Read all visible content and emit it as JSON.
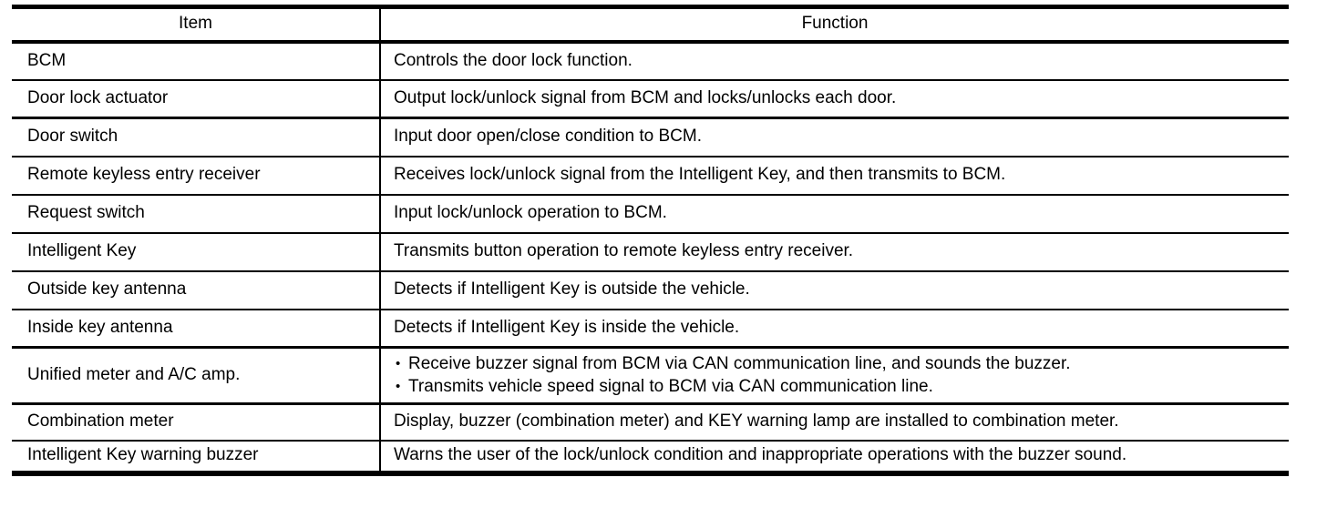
{
  "table": {
    "columns": [
      {
        "label": "Item"
      },
      {
        "label": "Function"
      }
    ],
    "rows": [
      {
        "item": "BCM",
        "function": [
          "Controls the door lock function."
        ]
      },
      {
        "item": "Door lock actuator",
        "function": [
          "Output lock/unlock signal from BCM and locks/unlocks each door."
        ]
      },
      {
        "item": "Door switch",
        "function": [
          "Input door open/close condition to BCM."
        ]
      },
      {
        "item": "Remote keyless entry receiver",
        "function": [
          "Receives lock/unlock signal from the Intelligent Key, and then transmits to BCM."
        ]
      },
      {
        "item": "Request switch",
        "function": [
          "Input lock/unlock operation to BCM."
        ]
      },
      {
        "item": "Intelligent Key",
        "function": [
          "Transmits button operation to remote keyless entry receiver."
        ]
      },
      {
        "item": "Outside key antenna",
        "function": [
          "Detects if Intelligent Key is outside the vehicle."
        ]
      },
      {
        "item": "Inside key antenna",
        "function": [
          "Detects if Intelligent Key is inside the vehicle."
        ]
      },
      {
        "item": "Unified meter and A/C amp.",
        "function": [
          "Receive buzzer signal from BCM via CAN communication line, and sounds the buzzer.",
          "Transmits vehicle speed signal to BCM via CAN communication line."
        ],
        "bulleted": true
      },
      {
        "item": "Combination meter",
        "function": [
          "Display, buzzer (combination meter) and KEY warning lamp are installed to combination meter."
        ]
      },
      {
        "item": "Intelligent Key warning buzzer",
        "function": [
          "Warns the user of the lock/unlock condition and inappropriate operations with the buzzer sound."
        ]
      }
    ],
    "bullet_glyph": "•",
    "colors": {
      "text": "#000000",
      "background": "#ffffff",
      "border": "#000000"
    }
  }
}
